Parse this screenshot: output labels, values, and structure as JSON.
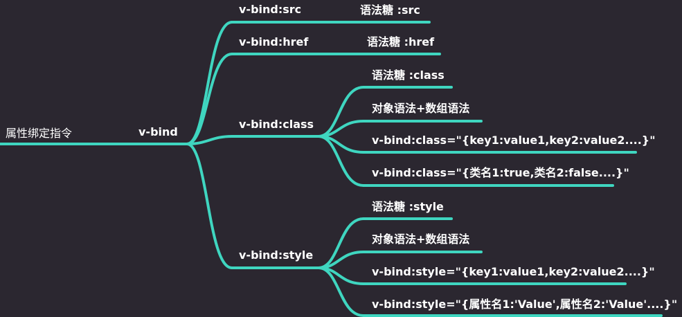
{
  "mindmap": {
    "root": "属性绑定指令",
    "directive": "v-bind",
    "branches": {
      "src": {
        "label": "v-bind:src",
        "children": [
          "语法糖 :src"
        ]
      },
      "href": {
        "label": "v-bind:href",
        "children": [
          "语法糖 :href"
        ]
      },
      "class": {
        "label": "v-bind:class",
        "children": [
          "语法糖 :class",
          "对象语法+数组语法",
          "v-bind:class=\"{key1:value1,key2:value2....}\"",
          "v-bind:class=\"{类名1:true,类名2:false....}\""
        ]
      },
      "style": {
        "label": "v-bind:style",
        "children": [
          "语法糖 :style",
          "对象语法+数组语法",
          "v-bind:style=\"{key1:value1,key2:value2....}\"",
          "v-bind:style=\"{属性名1:'Value',属性名2:'Value'....}\""
        ]
      }
    },
    "colors": {
      "background": "#2b2730",
      "connector": "#3fd6c0",
      "text": "#ffffff"
    }
  }
}
